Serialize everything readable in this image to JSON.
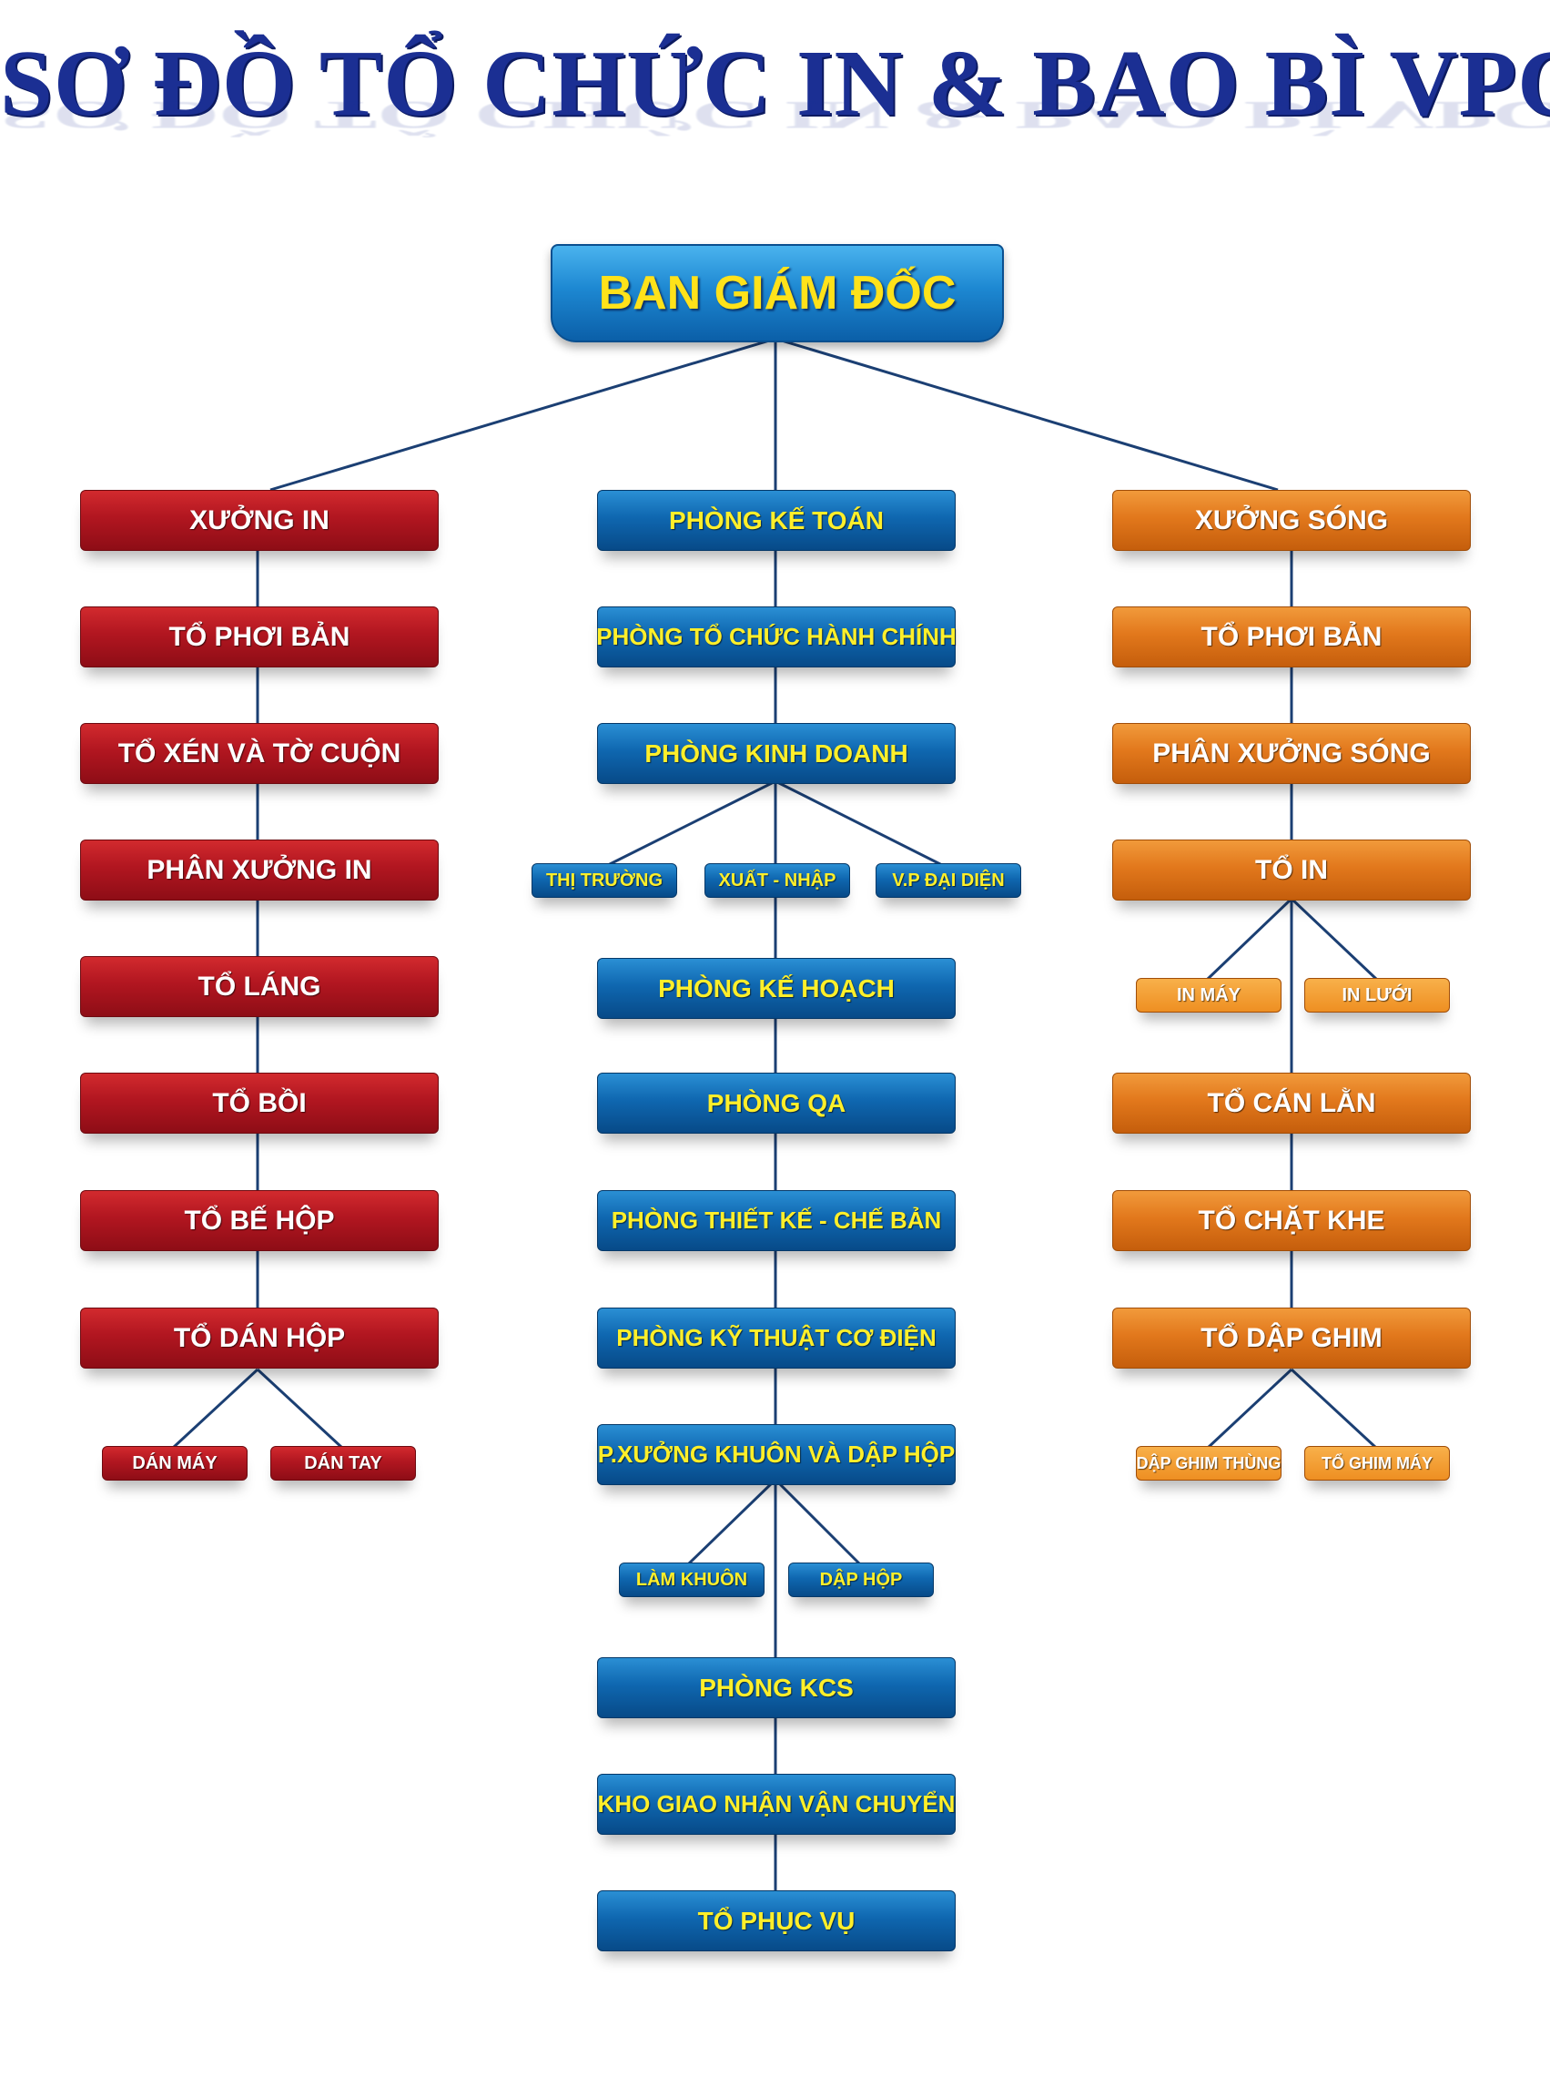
{
  "title": "SƠ ĐỒ TỔ CHỨC IN & BAO BÌ VPC",
  "top": {
    "label": "BAN GIÁM ĐỐC"
  },
  "colors": {
    "title": "#1b2f93",
    "red": "#b11620",
    "blue": "#0f67b0",
    "orange": "#e2781c",
    "text_yellow": "#ffef2a",
    "line": "#1b3f73"
  },
  "left": {
    "items": [
      "XƯỞNG IN",
      "TỔ PHƠI BẢN",
      "TỔ XÉN VÀ TỜ CUỘN",
      "PHÂN XƯỞNG IN",
      "TỔ LÁNG",
      "TỔ BỒI",
      "TỔ BẾ HỘP",
      "TỔ DÁN HỘP"
    ],
    "subs": [
      "DÁN MÁY",
      "DÁN TAY"
    ]
  },
  "center": {
    "items": [
      "PHÒNG KẾ TOÁN",
      "PHÒNG TỔ CHỨC HÀNH CHÍNH",
      "PHÒNG KINH DOANH",
      "PHÒNG KẾ HOẠCH",
      "PHÒNG QA",
      "PHÒNG THIẾT KẾ - CHẾ BẢN",
      "PHÒNG KỸ THUẬT CƠ ĐIỆN",
      "P.XƯỞNG KHUÔN VÀ DẬP HỘP",
      "PHÒNG KCS",
      "KHO GIAO NHẬN VẬN CHUYỂN",
      "TỔ PHỤC VỤ"
    ],
    "subs_kinh_doanh": [
      "THỊ TRƯỜNG",
      "XUẤT - NHẬP",
      "V.P ĐẠI DIỆN"
    ],
    "subs_xuong_khuon": [
      "LÀM KHUÔN",
      "DẬP HỘP"
    ]
  },
  "right": {
    "items": [
      "XƯỞNG SÓNG",
      "TỔ PHƠI BẢN",
      "PHÂN XƯỞNG SÓNG",
      "TỔ IN",
      "TỔ CÁN LẰN",
      "TỔ CHẶT KHE",
      "TỔ DẬP GHIM"
    ],
    "subs_to_in": [
      "IN MÁY",
      "IN LƯỚI"
    ],
    "subs_dap_ghim": [
      "DẬP GHIM THÙNG",
      "TỔ GHIM MÁY"
    ]
  }
}
